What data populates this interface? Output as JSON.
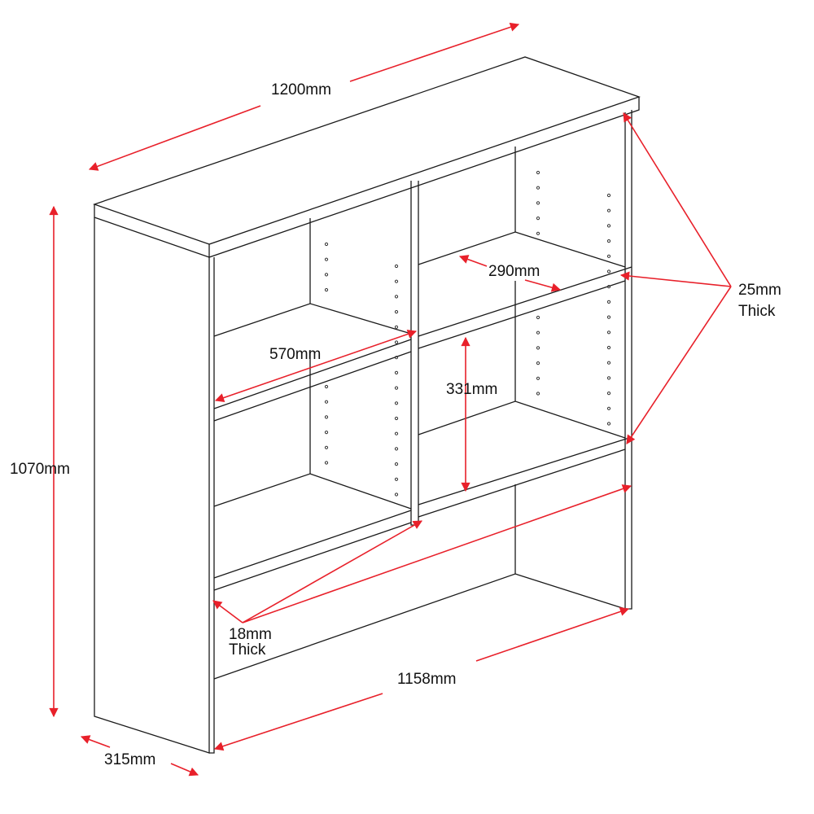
{
  "colors": {
    "dimension": "#e8202a",
    "outline": "#1a1a1a"
  },
  "dimensions": {
    "width": "1200mm",
    "height": "1070mm",
    "depth": "315mm",
    "inner_width": "1158mm",
    "shelf_width": "570mm",
    "shelf_depth": "290mm",
    "shelf_gap": "331mm",
    "panel_thick_value": "25mm",
    "panel_thick_word": "Thick",
    "shelf_thick_value": "18mm",
    "shelf_thick_word": "Thick"
  }
}
